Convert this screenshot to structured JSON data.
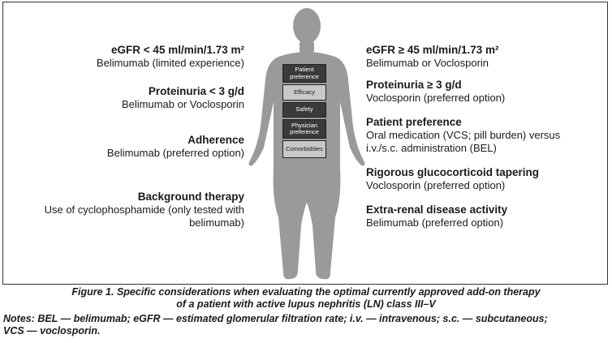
{
  "left": [
    {
      "head": "eGFR < 45 ml/min/1.73 m²",
      "lines": [
        "Belimumab (limited experience)"
      ]
    },
    {
      "head": "Proteinuria < 3 g/d",
      "lines": [
        "Belimumab or Voclosporin"
      ]
    },
    {
      "head": "Adherence",
      "lines": [
        "Belimumab (preferred option)"
      ]
    },
    {
      "head": "Background therapy",
      "lines": [
        "Use of cyclophosphamide (only tested with",
        "belimumab)"
      ]
    }
  ],
  "right": [
    {
      "head": "eGFR ≥ 45 ml/min/1.73 m²",
      "lines": [
        "Belimumab or Voclosporin"
      ]
    },
    {
      "head": "Proteinuria ≥ 3 g/d",
      "lines": [
        "Voclosporin (preferred option)"
      ]
    },
    {
      "head": "Patient preference",
      "lines": [
        "Oral medication (VCS; pill burden) versus",
        "i.v./s.c. administration (BEL)"
      ]
    },
    {
      "head": "Rigorous glucocorticoid tapering",
      "lines": [
        "Voclosporin (preferred option)"
      ]
    },
    {
      "head": "Extra-renal disease activity",
      "lines": [
        "Belimumab (preferred option)"
      ]
    }
  ],
  "panels": [
    {
      "label": "Patient preference",
      "style": "dark"
    },
    {
      "label": "Efficacy",
      "style": "light"
    },
    {
      "label": "Safety",
      "style": "dark"
    },
    {
      "label": "Physician preference",
      "style": "dark"
    },
    {
      "label": "Comorbidities",
      "style": "light"
    }
  ],
  "caption": "Figure 1. Specific considerations when evaluating the optimal currently approved add-on therapy of a patient with active lupus nephritis (LN) class III–V",
  "caption_lines": [
    "Figure 1. Specific considerations when evaluating the optimal currently approved add-on therapy",
    "of a patient with active lupus nephritis (LN) class III–V"
  ],
  "notes": "Notes: BEL — belimumab; eGFR — estimated glomerular filtration rate; i.v. — intravenous; s.c. — subcutaneous; VCS — voclosporin.",
  "notes_lines": [
    "Notes: BEL — belimumab; eGFR — estimated glomerular filtration rate; i.v. — intravenous; s.c. — subcutaneous;",
    "VCS — voclosporin."
  ],
  "colors": {
    "silhouette": "#9a9a9a",
    "panel_dark": "#3a3a3a",
    "panel_light": "#c8c8c8"
  }
}
